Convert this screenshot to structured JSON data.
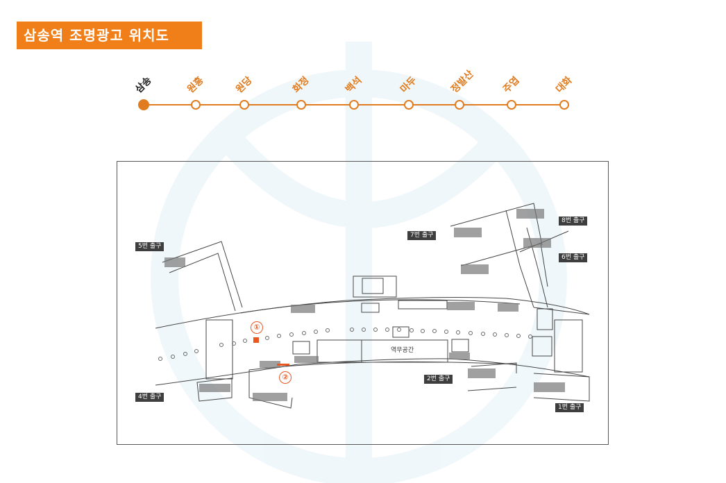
{
  "title": "삼송역 조명광고 위치도",
  "route": {
    "stations": [
      "삼송",
      "원흥",
      "원당",
      "화정",
      "백석",
      "마두",
      "정발산",
      "주엽",
      "대화"
    ],
    "current_index": 0,
    "line_color": "#e07c1f",
    "current_color": "#e07c1f"
  },
  "map": {
    "exits": {
      "exit1": "1번 출구",
      "exit2": "2번 출구",
      "exit4": "4번 출구",
      "exit5": "5번 출구",
      "exit6": "6번 출구",
      "exit7": "7번 출구",
      "exit8": "8번 출구"
    },
    "center_label": "역무공간",
    "ad_markers": [
      "①",
      "②"
    ],
    "ad_color": "#e9561f"
  }
}
